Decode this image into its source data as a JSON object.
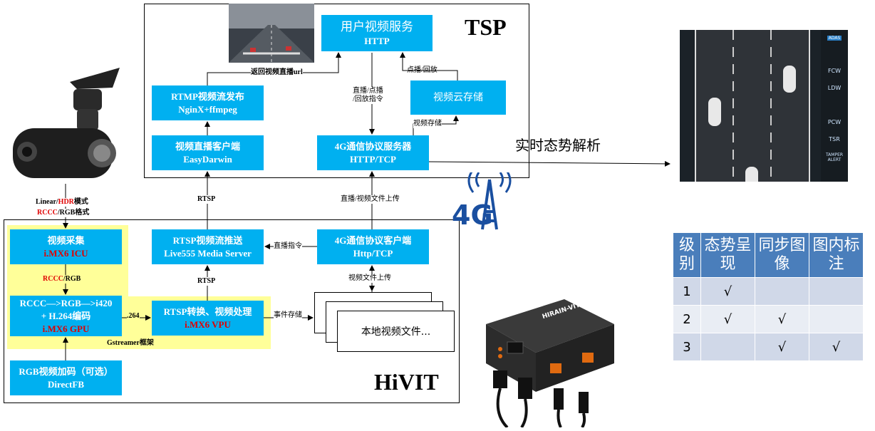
{
  "tsp": {
    "title": "TSP"
  },
  "hivit": {
    "title": "HiVIT"
  },
  "boxes": {
    "user_video": {
      "line1": "用户视频服务",
      "line2": "HTTP"
    },
    "rtmp": {
      "line1": "RTMP视频流发布",
      "line2": "NginX+ffmpeg"
    },
    "cloud": {
      "line1": "视频云存储"
    },
    "live_client": {
      "line1": "视频直播客户端",
      "line2": "EasyDarwin"
    },
    "server_4g": {
      "line1": "4G通信协议服务器",
      "line2": "HTTP/TCP"
    },
    "rtsp_push": {
      "line1": "RTSP视频流推送",
      "line2": "Live555 Media Server"
    },
    "client_4g": {
      "line1": "4G通信协议客户端",
      "line2": "Http/TCP"
    },
    "capture": {
      "line1": "视频采集",
      "line2": "i.MX6 ICU"
    },
    "encode": {
      "line1": "RCCC—>RGB—>i420",
      "line2": "+ H.264编码",
      "line3": "i.MX6 GPU"
    },
    "rtsp_conv": {
      "line1": "RTSP转换、视频处理",
      "line2": "i.MX6 VPU"
    },
    "rgb_overlay": {
      "line1": "RGB视频加码（可选）",
      "line2": "DirectFB"
    }
  },
  "labels": {
    "return_url": "返回视频直播url",
    "play_back": "点播/回放",
    "cmd": "直播/点播\n/回放指令",
    "video_store": "视频存储",
    "rtsp_a": "RTSP",
    "rtsp_b": "RTSP",
    "upload_a": "直播/视频文件上传",
    "live_cmd": "直播指令",
    "upload_b": "视频文件上传",
    "rccc_rgb": "RCCC/RGB",
    "h264": ".264",
    "event_store": "事件存储",
    "gstreamer": "Gstreamer框架",
    "mode_linear": "Linear/",
    "mode_hdr": "HDR",
    "mode_suffix": "模式",
    "fmt_rccc": "RCCC",
    "fmt_suffix": "/RGB格式",
    "realtime": "实时态势解析",
    "local_file": "本地视频文件...",
    "logo_4g": "4G"
  },
  "radar": {
    "adas": "ADAS",
    "items": [
      "FCW",
      "LDW",
      "PCW",
      "TSR",
      "TAMPER ALERT"
    ]
  },
  "device": {
    "brand": "HIRAIN-VIT"
  },
  "table": {
    "headers": [
      "级别",
      "态势呈现",
      "同步图像",
      "图内标注"
    ],
    "rows": [
      [
        "1",
        "√",
        "",
        ""
      ],
      [
        "2",
        "√",
        "√",
        ""
      ],
      [
        "3",
        "",
        "√",
        "√"
      ]
    ]
  }
}
